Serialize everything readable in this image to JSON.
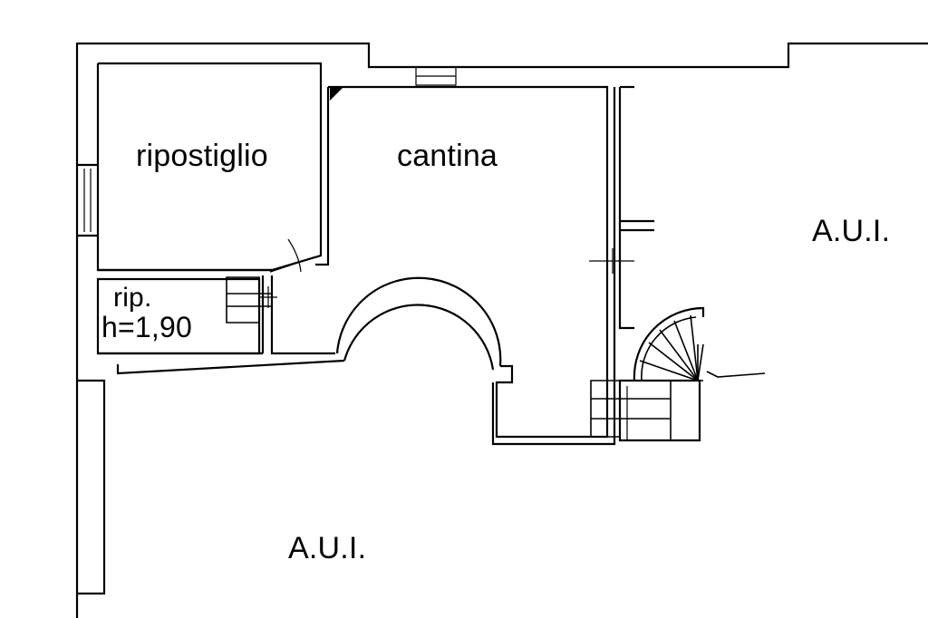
{
  "floor_plan": {
    "rooms": {
      "ripostiglio": "ripostiglio",
      "cantina": "cantina",
      "storage_small": "rip.",
      "storage_height": "h=1,90"
    },
    "areas": {
      "aui_right": "A.U.I.",
      "aui_bottom": "A.U.I."
    }
  },
  "colors": {
    "ink": "#000000",
    "paper": "#ffffff"
  },
  "icons": {
    "spiral_stair": "spiral-staircase-icon",
    "door_swing": "door-swing-icon"
  }
}
